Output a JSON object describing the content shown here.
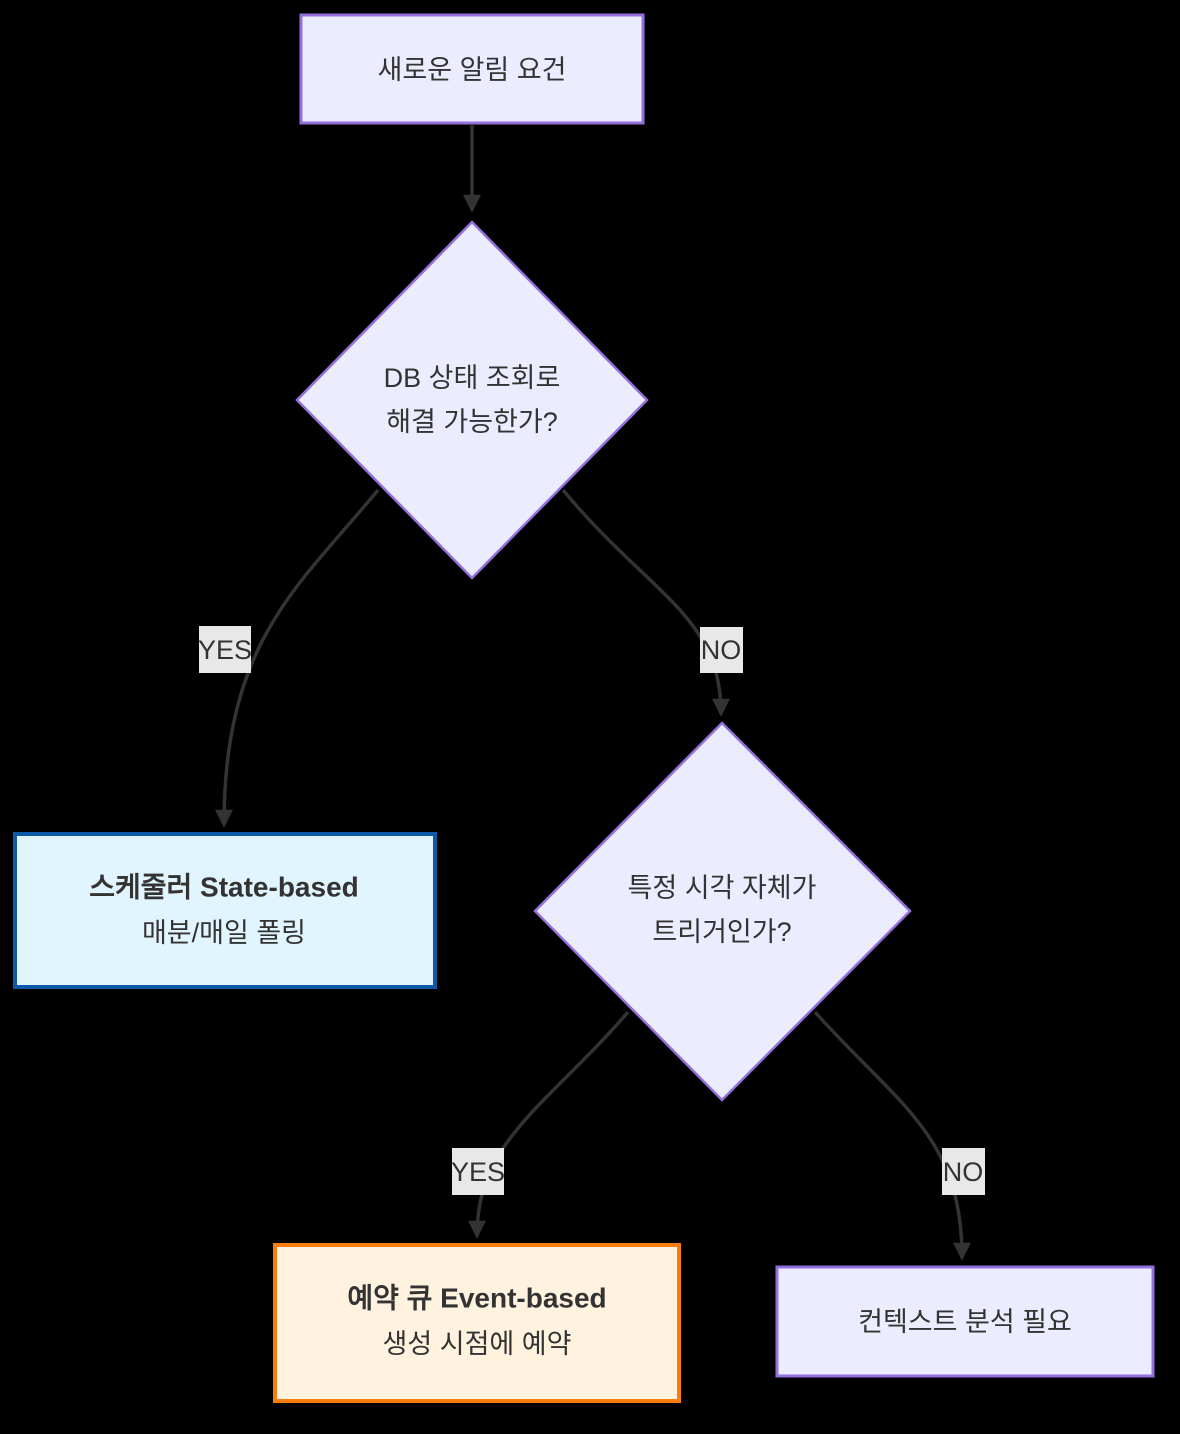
{
  "diagram": {
    "background_color": "#000000",
    "edge_color": "#333333",
    "text_color": "#333333",
    "edge_label_bg": "#e8e8e8",
    "nodes": {
      "start": {
        "label": "새로운 알림 요건",
        "fill": "#ECECFF",
        "stroke": "#9370DB"
      },
      "decision_db": {
        "line1": "DB 상태 조회로",
        "line2": "해결 가능한가?",
        "fill": "#ECECFF",
        "stroke": "#9370DB"
      },
      "scheduler": {
        "line1": "스케줄러 State-based",
        "line2": "매분/매일 폴링",
        "fill": "#E1F5FE",
        "stroke": "#0C59A7"
      },
      "decision_time": {
        "line1": "특정 시각 자체가",
        "line2": "트리거인가?",
        "fill": "#ECECFF",
        "stroke": "#9370DB"
      },
      "reserve_queue": {
        "line1": "예약 큐 Event-based",
        "line2": "생성 시점에 예약",
        "fill": "#FFF3E0",
        "stroke": "#F97D0E"
      },
      "context": {
        "label": "컨텍스트 분석 필요",
        "fill": "#ECECFF",
        "stroke": "#9370DB"
      }
    },
    "edge_labels": {
      "yes1": "YES",
      "no1": "NO",
      "yes2": "YES",
      "no2": "NO"
    }
  }
}
